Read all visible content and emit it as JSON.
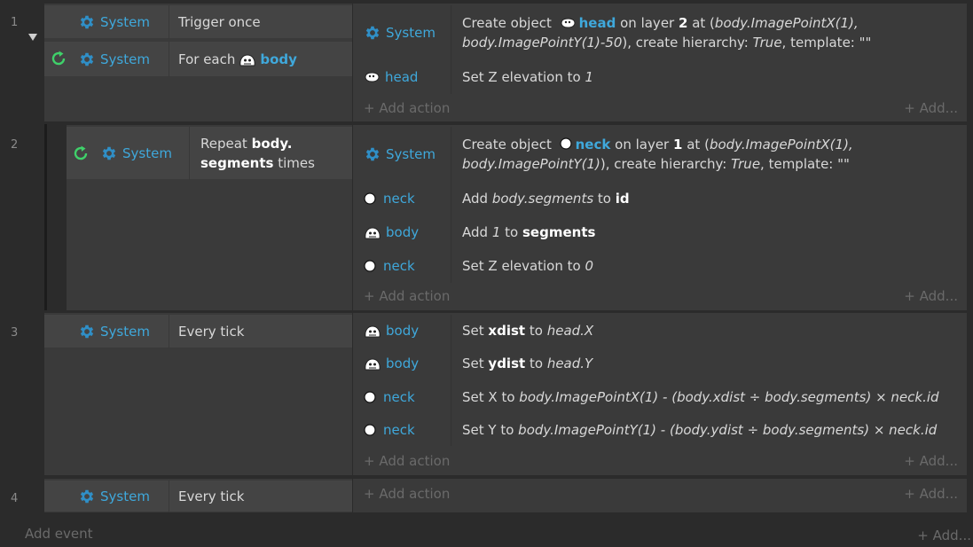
{
  "events": [
    {
      "number": "1",
      "conditions": [
        {
          "object": "System",
          "text": "Trigger once"
        },
        {
          "object": "System",
          "text_prefix": "For each",
          "target": "body"
        }
      ],
      "actions": [
        {
          "object": "System",
          "t1": "Create object",
          "t2": "head",
          "t3": "on layer",
          "t4": "2",
          "t5": "at (",
          "t6": "body.ImagePointX(1), body.ImagePointY(",
          "t7": "1)-50",
          "t8": "), create hierarchy:",
          "t9": "True",
          "t10": ", template: \"\""
        },
        {
          "object": "head",
          "t1": "Set Z elevation to",
          "t2": "1"
        }
      ],
      "add_action": "Add action",
      "add_more": "Add..."
    },
    {
      "number": "2",
      "conditions": [
        {
          "object": "System",
          "t1": "Repeat",
          "t2": "body.",
          "t3": "segments",
          "t4": "times"
        }
      ],
      "actions": [
        {
          "object": "System",
          "t1": "Create object",
          "t2": "neck",
          "t3": "on layer",
          "t4": "1",
          "t5": "at (",
          "t6": "body.ImagePointX(1), body.ImagePointY(",
          "t7": "1)",
          "t8": "), create hierarchy:",
          "t9": "True",
          "t10": ", template: \"\""
        },
        {
          "object": "neck",
          "t1": "Add",
          "t2": "body.segments",
          "t3": "to",
          "t4": "id"
        },
        {
          "object": "body",
          "t1": "Add",
          "t2": "1",
          "t3": "to",
          "t4": "segments"
        },
        {
          "object": "neck",
          "t1": "Set Z elevation to",
          "t2": "0"
        }
      ],
      "add_action": "Add action",
      "add_more": "Add..."
    },
    {
      "number": "3",
      "conditions": [
        {
          "object": "System",
          "text": "Every tick"
        }
      ],
      "actions": [
        {
          "object": "body",
          "t1": "Set",
          "t2": "xdist",
          "t3": "to",
          "t4": "head.X"
        },
        {
          "object": "body",
          "t1": "Set",
          "t2": "ydist",
          "t3": "to",
          "t4": "head.Y"
        },
        {
          "object": "neck",
          "t1": "Set X to",
          "t2": "body.ImagePointX(1) - (body.xdist ÷ body.segments) × neck.id"
        },
        {
          "object": "neck",
          "t1": "Set Y to",
          "t2": "body.ImagePointY(1) - (body.ydist ÷ body.segments) × neck.id"
        }
      ],
      "add_action": "Add action",
      "add_more": "Add..."
    },
    {
      "number": "4",
      "conditions": [
        {
          "object": "System",
          "text": "Every tick"
        }
      ],
      "add_action": "Add action",
      "add_more": "Add..."
    }
  ],
  "footer": {
    "add_event": "Add event",
    "add_more": "Add..."
  },
  "icons": {
    "system": "gear-icon",
    "head": "head-sprite-icon",
    "body": "body-sprite-icon",
    "neck": "neck-sprite-icon",
    "loop": "loop-icon",
    "collapse": "collapse-arrow-icon",
    "plus": "plus-icon"
  },
  "colors": {
    "background": "#2b2b2b",
    "event_bg": "#3a3a3a",
    "condition_bg": "#444444",
    "object_name": "#3fa8db",
    "loop_icon": "#3fd16a",
    "muted": "#6a6a6a"
  }
}
